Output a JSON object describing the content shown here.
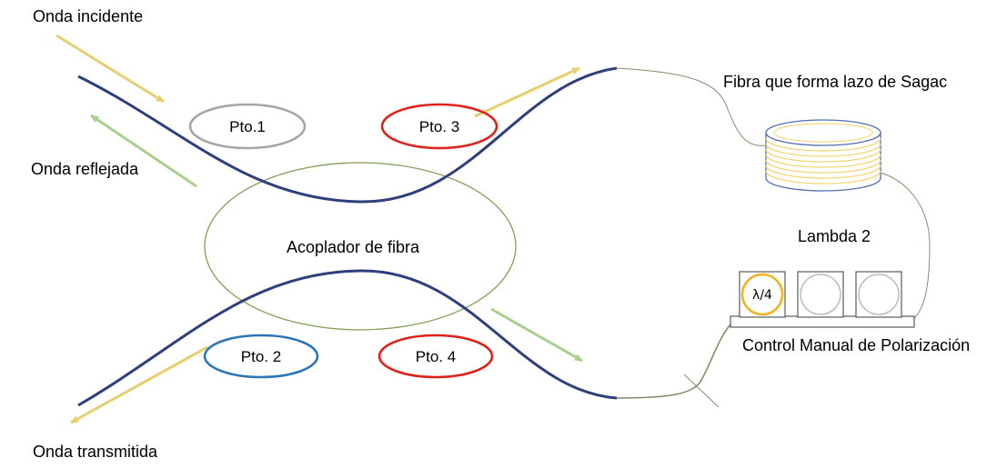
{
  "labels": {
    "incident_wave": "Onda incidente",
    "reflected_wave": "Onda reflejada",
    "transmitted_wave": "Onda transmitida",
    "coupler": "Acoplador de fibra",
    "sagnac_fiber": "Fibra que forma lazo de Sagac",
    "lambda2": "Lambda 2",
    "polarization_control": "Control Manual de Polarización"
  },
  "ports": {
    "p1": "Pto.1",
    "p2": "Pto. 2",
    "p3": "Pto. 3",
    "p4": "Pto. 4"
  },
  "waveplates": {
    "first": "λ/4",
    "second": "",
    "third": ""
  },
  "colors": {
    "fiber": "#2e3f7c",
    "thin_fiber": "#8b8a6e",
    "coupler_outline": "#7f9f55",
    "incident_arrow": "#e6cf6e",
    "reflected_arrow": "#a9cf8e",
    "port1": "#a6a6a6",
    "port2": "#2e75b6",
    "port3": "#e0201b",
    "port4": "#e0201b",
    "coil_outline": "#4f6fb0",
    "coil_winding": "#f2d36b",
    "quarter_wave_ring": "#f0b41c",
    "waveplate_frame": "#3a3a3a"
  }
}
